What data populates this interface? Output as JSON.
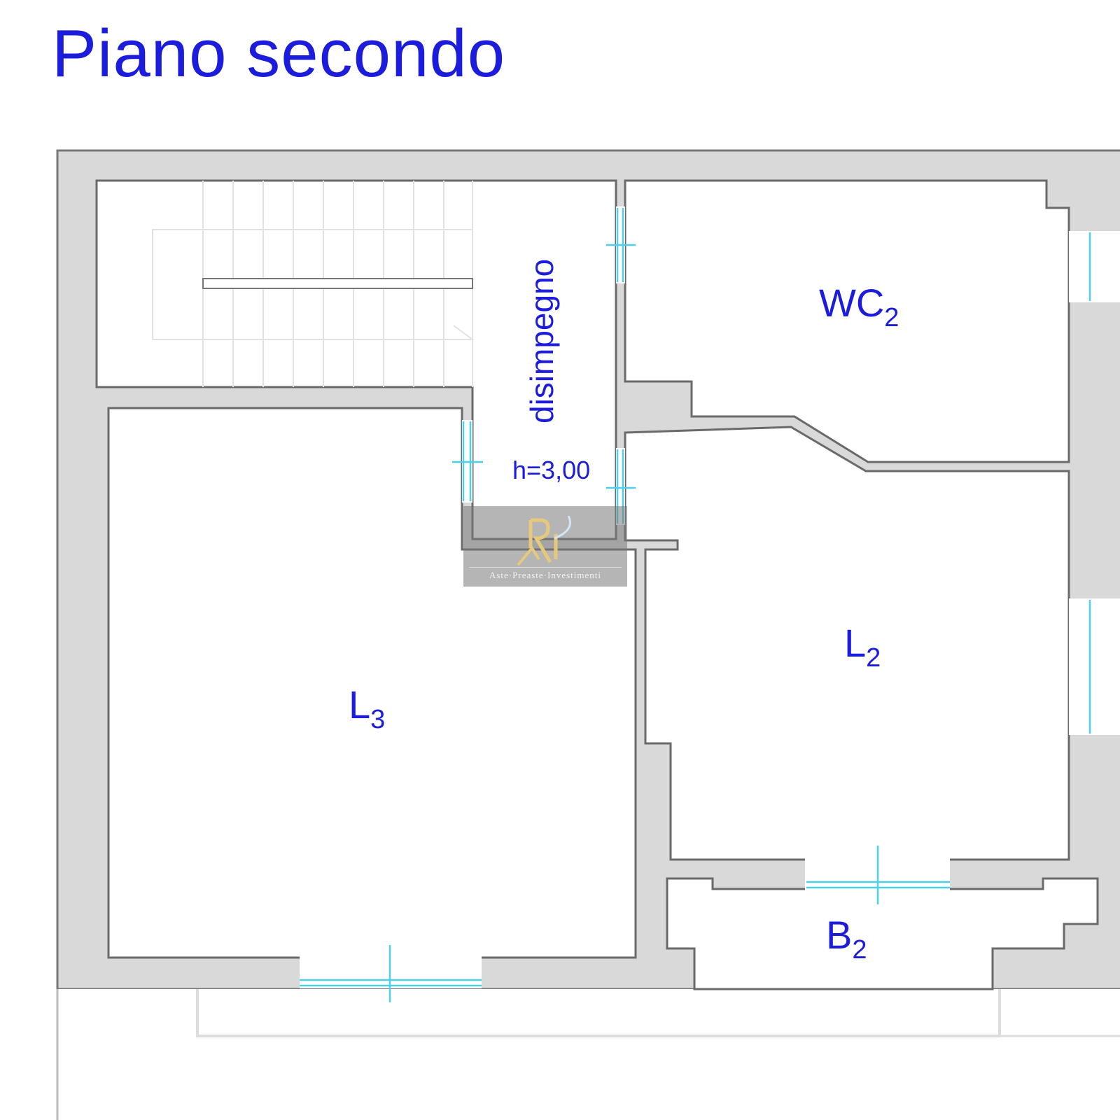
{
  "title": "Piano secondo",
  "rooms": {
    "disimpegno": "disimpegno",
    "height_note": "h=3,00",
    "wc": {
      "base": "WC",
      "sub": "2"
    },
    "l2": {
      "base": "L",
      "sub": "2"
    },
    "l3": {
      "base": "L",
      "sub": "3"
    },
    "b2": {
      "base": "B",
      "sub": "2"
    }
  },
  "watermark": {
    "logo": "RI",
    "text": "Aste·Preaste·Investimenti"
  },
  "colors": {
    "title": "#1c1cdc",
    "wall": "#d9d9d9",
    "window": "#4fd0ea"
  }
}
